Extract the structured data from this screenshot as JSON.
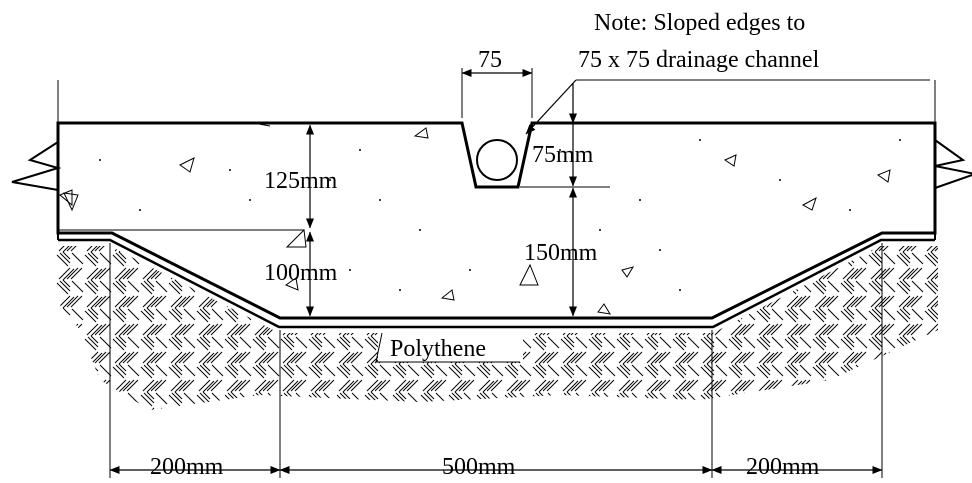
{
  "note": {
    "line1": "Note: Sloped edges to",
    "line2": "75 x 75 drainage channel"
  },
  "dimensions": {
    "channel_width": "75",
    "channel_depth": "75mm",
    "slab_thickness": "125mm",
    "haunch_depth": "100mm",
    "center_thickness": "150mm",
    "left_haunch": "200mm",
    "base_width": "500mm",
    "right_haunch": "200mm"
  },
  "labels": {
    "membrane": "Polythene"
  }
}
